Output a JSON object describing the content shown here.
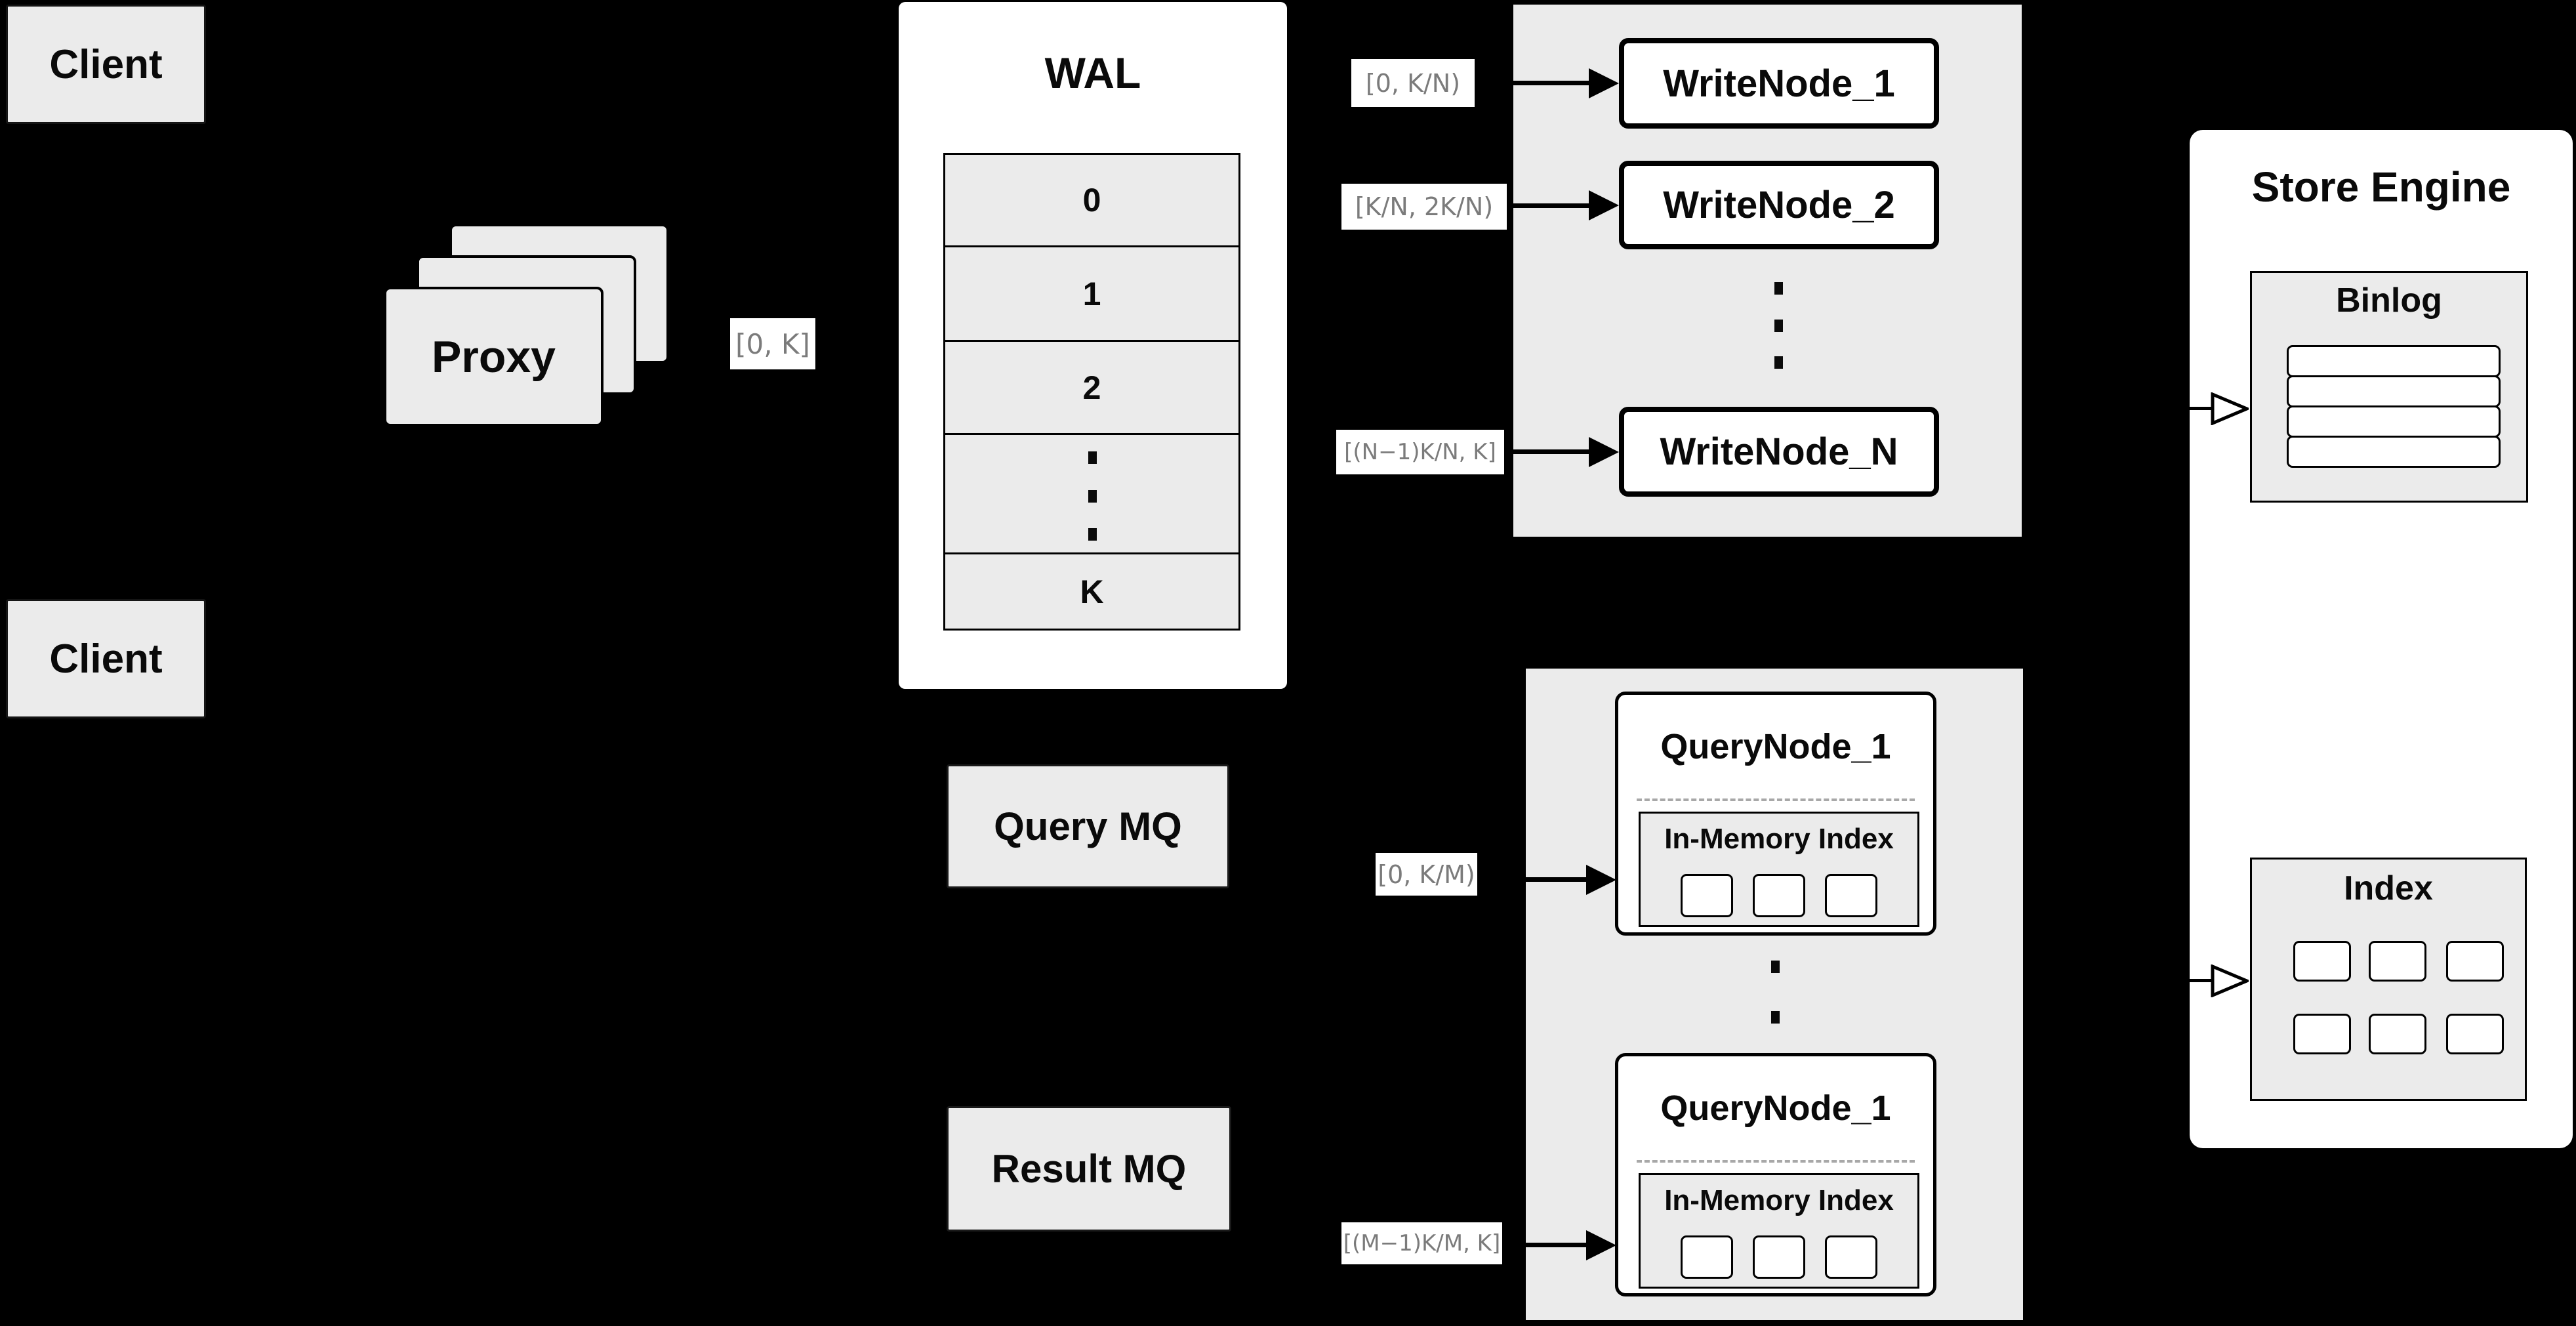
{
  "diagram": {
    "client_top": "Client",
    "client_bottom": "Client",
    "proxy": "Proxy",
    "wal": {
      "title": "WAL",
      "rows": [
        "0",
        "1",
        "2",
        "K"
      ]
    },
    "range_labels": {
      "proxy_to_wal": "[0, K]",
      "write_1": "[0,  K/N)",
      "write_2": "[K/N, 2K/N)",
      "write_n": "[(N−1)K/N,  K]",
      "query_1": "[0, K/M)",
      "query_m": "[(M−1)K/M, K]"
    },
    "write_nodes": [
      "WriteNode_1",
      "WriteNode_2",
      "WriteNode_N"
    ],
    "store_engine": {
      "title": "Store Engine",
      "binlog_title": "Binlog",
      "index_title": "Index"
    },
    "mq": {
      "query": "Query MQ",
      "result": "Result MQ"
    },
    "query_nodes": [
      {
        "title": "QueryNode_1",
        "inner_title": "In-Memory Index"
      },
      {
        "title": "QueryNode_1",
        "inner_title": "In-Memory Index"
      }
    ],
    "colors": {
      "panel_gray": "#ebebeb",
      "box_white": "#ffffff",
      "label_text": "#7b7b7b",
      "line_black": "#000000",
      "background": "#000000"
    }
  }
}
